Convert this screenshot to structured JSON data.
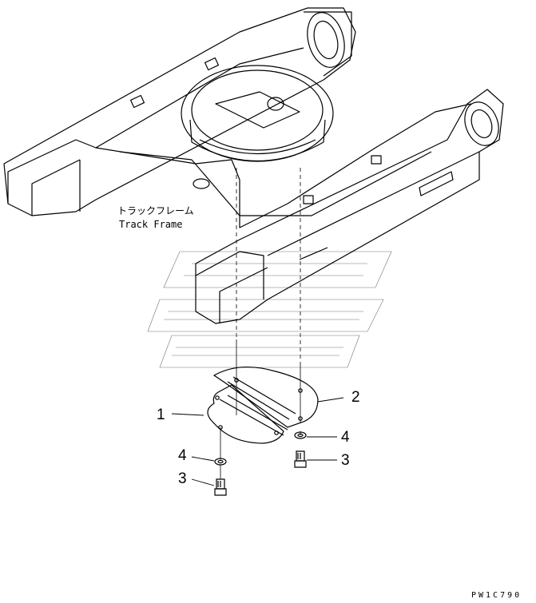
{
  "labels": {
    "jp": "トラックフレーム",
    "en": "Track Frame",
    "code": "PW1C790"
  },
  "callouts": [
    "1",
    "2",
    "3",
    "4"
  ],
  "parts": [
    {
      "id": "1",
      "name": "plate-left"
    },
    {
      "id": "2",
      "name": "plate-right"
    },
    {
      "id": "3",
      "name": "bolt"
    },
    {
      "id": "4",
      "name": "washer"
    }
  ]
}
